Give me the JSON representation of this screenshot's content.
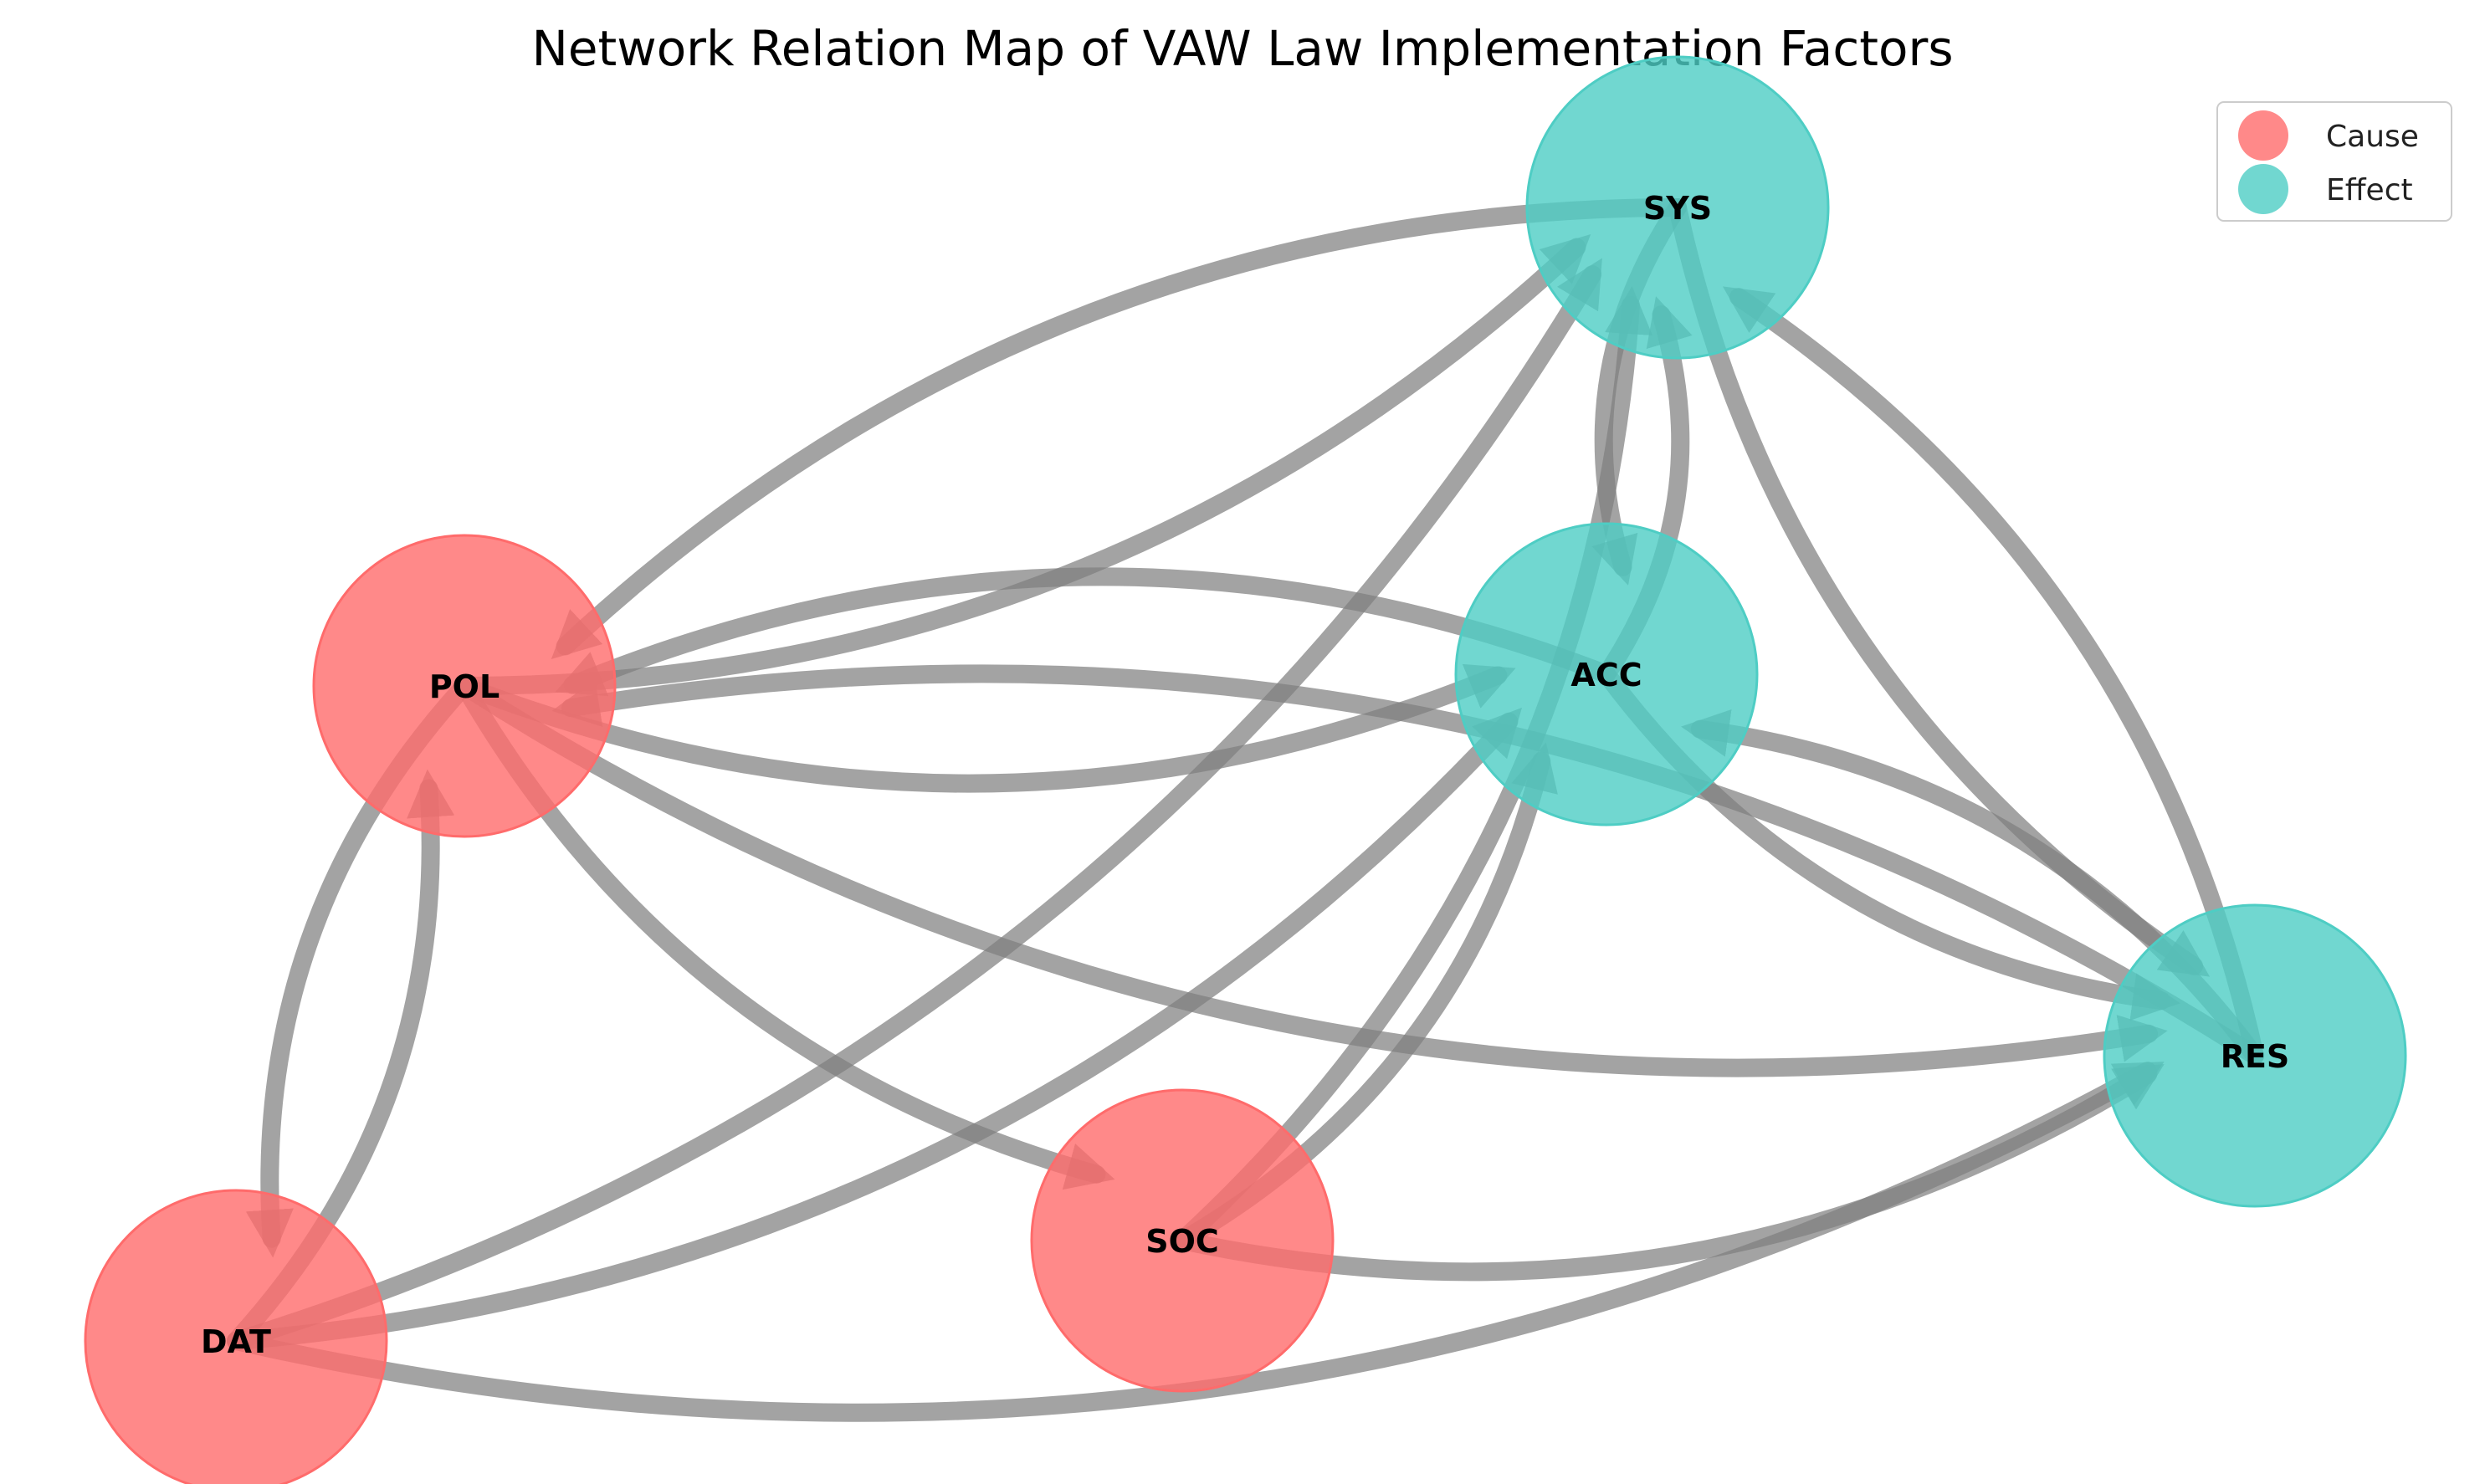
{
  "title": "Network Relation Map of VAW Law Implementation Factors",
  "colors": {
    "cause": "#ff6b6b",
    "effect": "#4ecdc4",
    "edge": "#808080"
  },
  "legend": {
    "cause_label": "Cause",
    "effect_label": "Effect"
  },
  "nodes": [
    {
      "id": "POL",
      "label": "POL",
      "group": "cause"
    },
    {
      "id": "DAT",
      "label": "DAT",
      "group": "cause"
    },
    {
      "id": "SOC",
      "label": "SOC",
      "group": "cause"
    },
    {
      "id": "SYS",
      "label": "SYS",
      "group": "effect"
    },
    {
      "id": "ACC",
      "label": "ACC",
      "group": "effect"
    },
    {
      "id": "RES",
      "label": "RES",
      "group": "effect"
    }
  ],
  "edges": [
    {
      "from": "POL",
      "to": "SYS"
    },
    {
      "from": "POL",
      "to": "ACC"
    },
    {
      "from": "POL",
      "to": "RES"
    },
    {
      "from": "POL",
      "to": "DAT"
    },
    {
      "from": "POL",
      "to": "SOC"
    },
    {
      "from": "SYS",
      "to": "POL"
    },
    {
      "from": "SYS",
      "to": "ACC"
    },
    {
      "from": "SYS",
      "to": "RES"
    },
    {
      "from": "ACC",
      "to": "POL"
    },
    {
      "from": "ACC",
      "to": "SYS"
    },
    {
      "from": "ACC",
      "to": "RES"
    },
    {
      "from": "RES",
      "to": "POL"
    },
    {
      "from": "RES",
      "to": "SYS"
    },
    {
      "from": "RES",
      "to": "ACC"
    },
    {
      "from": "DAT",
      "to": "POL"
    },
    {
      "from": "DAT",
      "to": "SYS"
    },
    {
      "from": "DAT",
      "to": "ACC"
    },
    {
      "from": "DAT",
      "to": "RES"
    },
    {
      "from": "SOC",
      "to": "SYS"
    },
    {
      "from": "SOC",
      "to": "ACC"
    },
    {
      "from": "SOC",
      "to": "RES"
    }
  ]
}
